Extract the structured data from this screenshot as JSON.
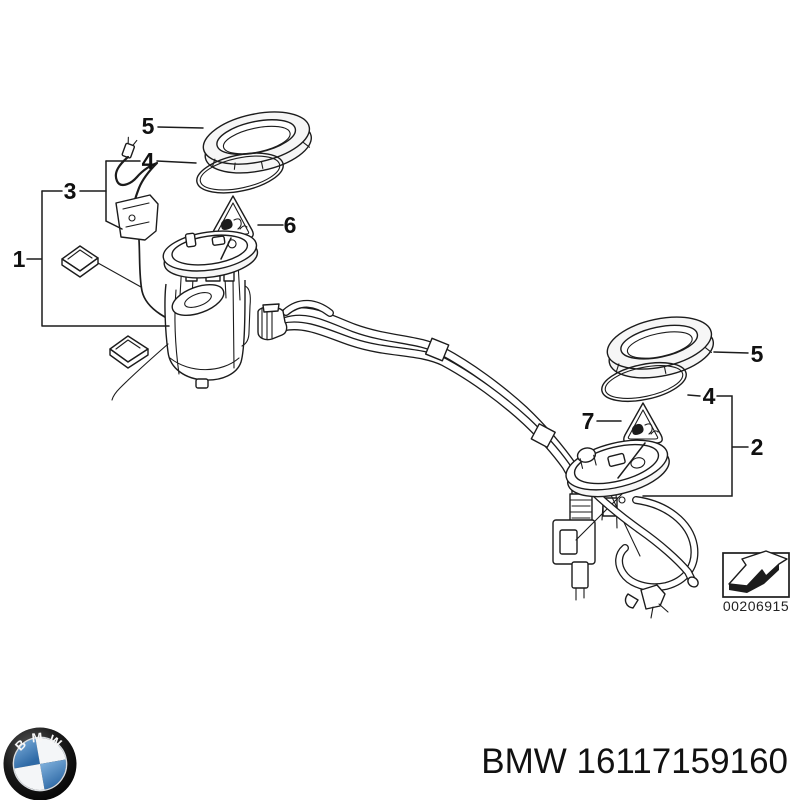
{
  "diagram": {
    "callouts": {
      "one": "1",
      "two": "2",
      "three": "3",
      "four_left": "4",
      "four_right": "4",
      "five_left": "5",
      "five_right": "5",
      "six": "6",
      "seven": "7"
    },
    "stamp": {
      "number": "00206915"
    },
    "colors": {
      "line": "#1c1c1c",
      "bmw_blue": "#3d7ab8"
    }
  },
  "footer": {
    "caption": "BMW 16117159160",
    "logo": {
      "b": "B",
      "m": "M",
      "w": "W"
    }
  }
}
